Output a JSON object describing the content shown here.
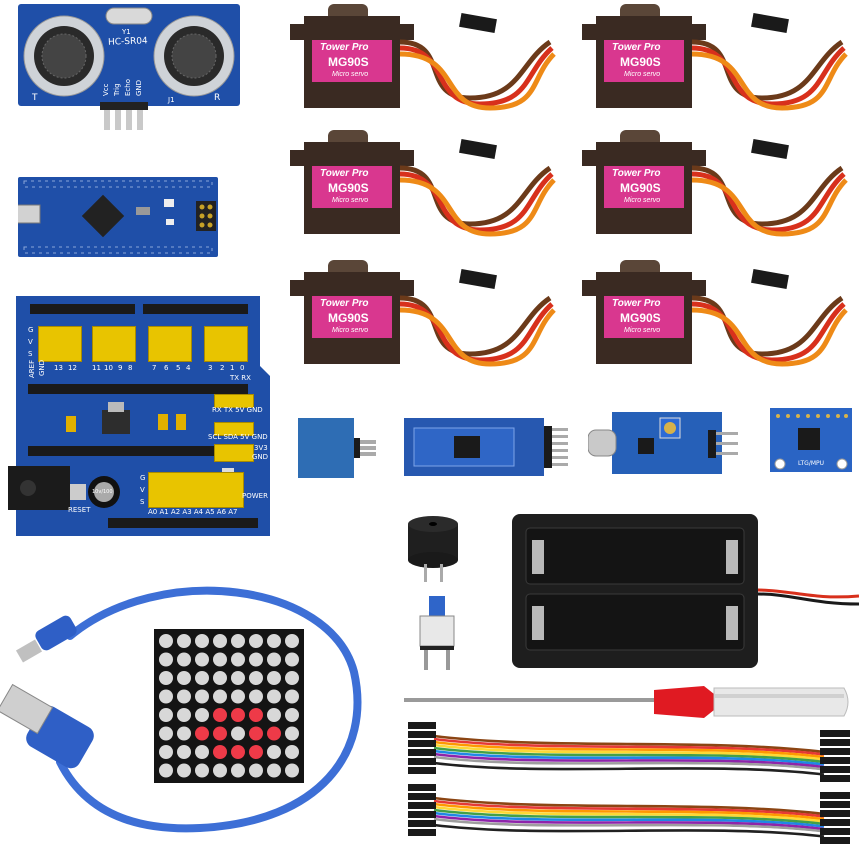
{
  "ultrasonic": {
    "model": "HC-SR04",
    "crystal": "Y1",
    "pins": [
      "Vcc",
      "Trig",
      "Echo",
      "GND"
    ],
    "t_label": "T",
    "r_label": "R",
    "j_label": "J1"
  },
  "servo": {
    "brand": "Tower Pro",
    "model": "MG90S",
    "subtitle": "Micro servo",
    "count": 6
  },
  "shield": {
    "top_pins": [
      "GND",
      "13",
      "12",
      "11",
      "10",
      "9",
      "8",
      "7",
      "6",
      "5",
      "4",
      "3",
      "2",
      "1",
      "0"
    ],
    "gvs": [
      "G",
      "V",
      "S"
    ],
    "arf": "AREF",
    "txrx": "TX  RX",
    "uart_row": "RX  TX  5V GND",
    "i2c_row": "SCL SDA 5V GND",
    "v33": "3V3",
    "gnd": "GND",
    "reset": "RESET",
    "power": "POWER",
    "analog": "A0 A1 A2 A3 A4 A5 A6 A7",
    "cap": "10v/100"
  },
  "gyro": {
    "label": "LTG/MPU"
  },
  "colors": {
    "pcb": "#1f4fa8",
    "header": "#e8c400",
    "servo_body": "#3a2a22",
    "servo_label": "#d9378f",
    "wire_orange": "#ee8a17",
    "wire_red": "#d8301c",
    "wire_brown": "#6b3a1a",
    "matrix_red": "#ee3a48",
    "cable_blue": "#3d6fd6"
  }
}
